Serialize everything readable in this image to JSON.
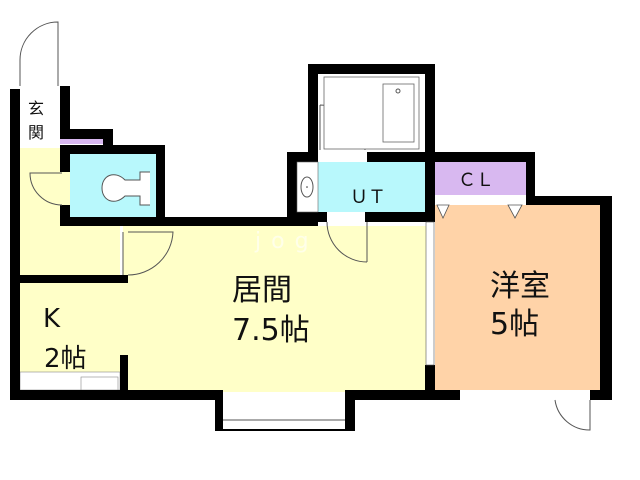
{
  "floorplan": {
    "rooms": {
      "entrance": {
        "label_line1": "玄",
        "label_line2": "関"
      },
      "kitchen": {
        "label": "K",
        "size": "2帖"
      },
      "living": {
        "label": "居間",
        "size": "7.5帖"
      },
      "western_room": {
        "label": "洋室",
        "size": "5帖"
      },
      "utility": {
        "label": "ＵＴ"
      },
      "closet": {
        "label": "ＣＬ"
      }
    },
    "watermark": "jog"
  },
  "colors": {
    "wall": "#000000",
    "living_kitchen": "#ffffc8",
    "western_room": "#ffd3a8",
    "wet_area": "#b8f8fc",
    "closet": "#d8b8f0"
  }
}
